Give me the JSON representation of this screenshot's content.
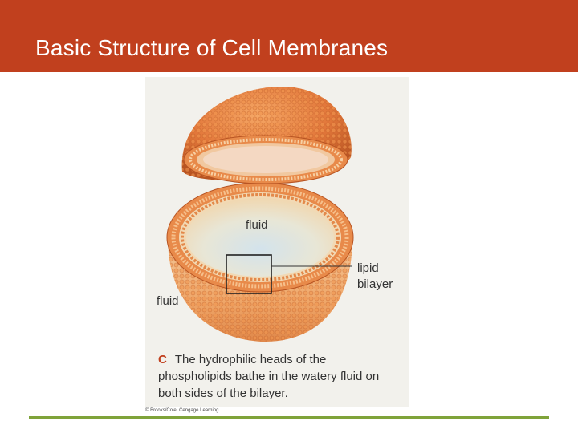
{
  "slide": {
    "title": "Basic Structure of Cell Membranes"
  },
  "figure": {
    "label_fluid_inner": "fluid",
    "label_fluid_outer": "fluid",
    "label_lipid_line1": "lipid",
    "label_lipid_line2": "bilayer",
    "caption_letter": "C",
    "caption_text": "The hydrophilic heads of the phospholipids bathe in the watery fluid on both sides of the bilayer.",
    "copyright": "© Brooks/Cole, Cengage Learning"
  },
  "colors": {
    "title_bar": "#c1401e",
    "accent_rule": "#7fa33a",
    "phospholipid_head": "#e0773c",
    "phospholipid_head_light": "#f4a468",
    "inner_fluid": "#c9dce8"
  }
}
